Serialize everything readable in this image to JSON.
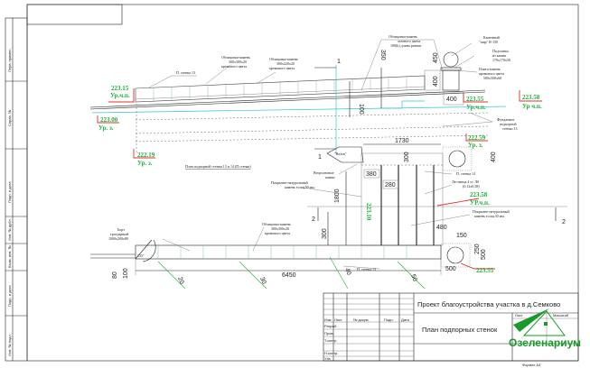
{
  "stamps": [
    "Перв. примен.",
    "Справ. №",
    "Подп. и дата",
    "Инв. № дубл.",
    "Взам. инв. №",
    "Подп. и дата",
    "Инв. № подл."
  ],
  "plan_title": "План подпорной стенки 13 и 14  (П.стенка)",
  "labels": {
    "wall13_top": "П. стенка 13",
    "cladding1": [
      "Облицовка-камень",
      "300х300х20",
      "кремового цвета"
    ],
    "cladding2": [
      "Облицовка-камень",
      "300х220х20",
      "кремового цвета"
    ],
    "cladding3": [
      "Облицовка-камень",
      "зеленого цвета",
      "100(h) длина разная"
    ],
    "ball": [
      "Каменный",
      "\"шар\" R-150"
    ],
    "stand": [
      "Подставка",
      "из камня",
      "170х170х50"
    ],
    "slab": [
      "Плита-камень",
      "кремового цвета",
      "500х500х60"
    ],
    "foundation": [
      "Фундамент",
      "подпорной",
      "стенки 13"
    ],
    "vase": "\"Вазон\"",
    "secondary": [
      "Вторсоновые",
      "камни"
    ],
    "cover1": [
      "Покрытие-натуральный",
      "камень толщ.50 мм."
    ],
    "wall14": "П. стенка 14",
    "stairs": [
      "Лестница 4 ст. Лб",
      "(0,12х0,38)"
    ],
    "cover2": [
      "Покрытие-натуральный",
      "камень толщ.30 мм."
    ],
    "curb": [
      "Борт",
      "тротуарный",
      "1000х200х80"
    ],
    "cladding4": [
      "Облицовка-камень",
      "300х300х20",
      "кремового цвета"
    ],
    "wall13_bottom": "П. стенка 13",
    "angle": "135°"
  },
  "levels": [
    {
      "value": "223.15",
      "label": "Ур.ч.п."
    },
    {
      "value": "223.00",
      "label": "Ур. з."
    },
    {
      "value": "223.55",
      "label": "Ур.ч.п."
    },
    {
      "value": "223.58",
      "label": "Ур ч.п."
    },
    {
      "value": "222.59",
      "label": "Ур. з."
    },
    {
      "value": "222.19",
      "label": "Ур. з."
    },
    {
      "value": "223.58",
      "label": "УР.ч.п."
    },
    {
      "value": "223.10",
      "label": ""
    },
    {
      "value": "223.55",
      "label": ""
    }
  ],
  "dims": [
    "350",
    "450",
    "400",
    "100",
    "400",
    "1730",
    "300",
    "400",
    "380",
    "280",
    "1800",
    "300",
    "480",
    "150",
    "250",
    "500",
    "500",
    "6450",
    "80",
    "100"
  ],
  "sections": [
    "1",
    "1",
    "2",
    "2"
  ],
  "slopes": [
    "20",
    "30",
    "40",
    "50"
  ],
  "title_block": {
    "project": "Проект благоустройства участка в д.Семково",
    "sheet_title": "План подпорных стенок",
    "cols": [
      "Изм",
      "Лист",
      "№ докум.",
      "Подп.",
      "Дата"
    ],
    "rows": [
      "Разраб.",
      "Пров.",
      "Т.контр.",
      "Н.контр.",
      "Утв."
    ],
    "right_cols": [
      "Лист",
      "Масштаб"
    ],
    "logo": "Озеленариум",
    "format": "Формат А3"
  },
  "colors": {
    "level": "#1db33a",
    "marker": "#e0302a",
    "accent": "#35c2d8"
  }
}
